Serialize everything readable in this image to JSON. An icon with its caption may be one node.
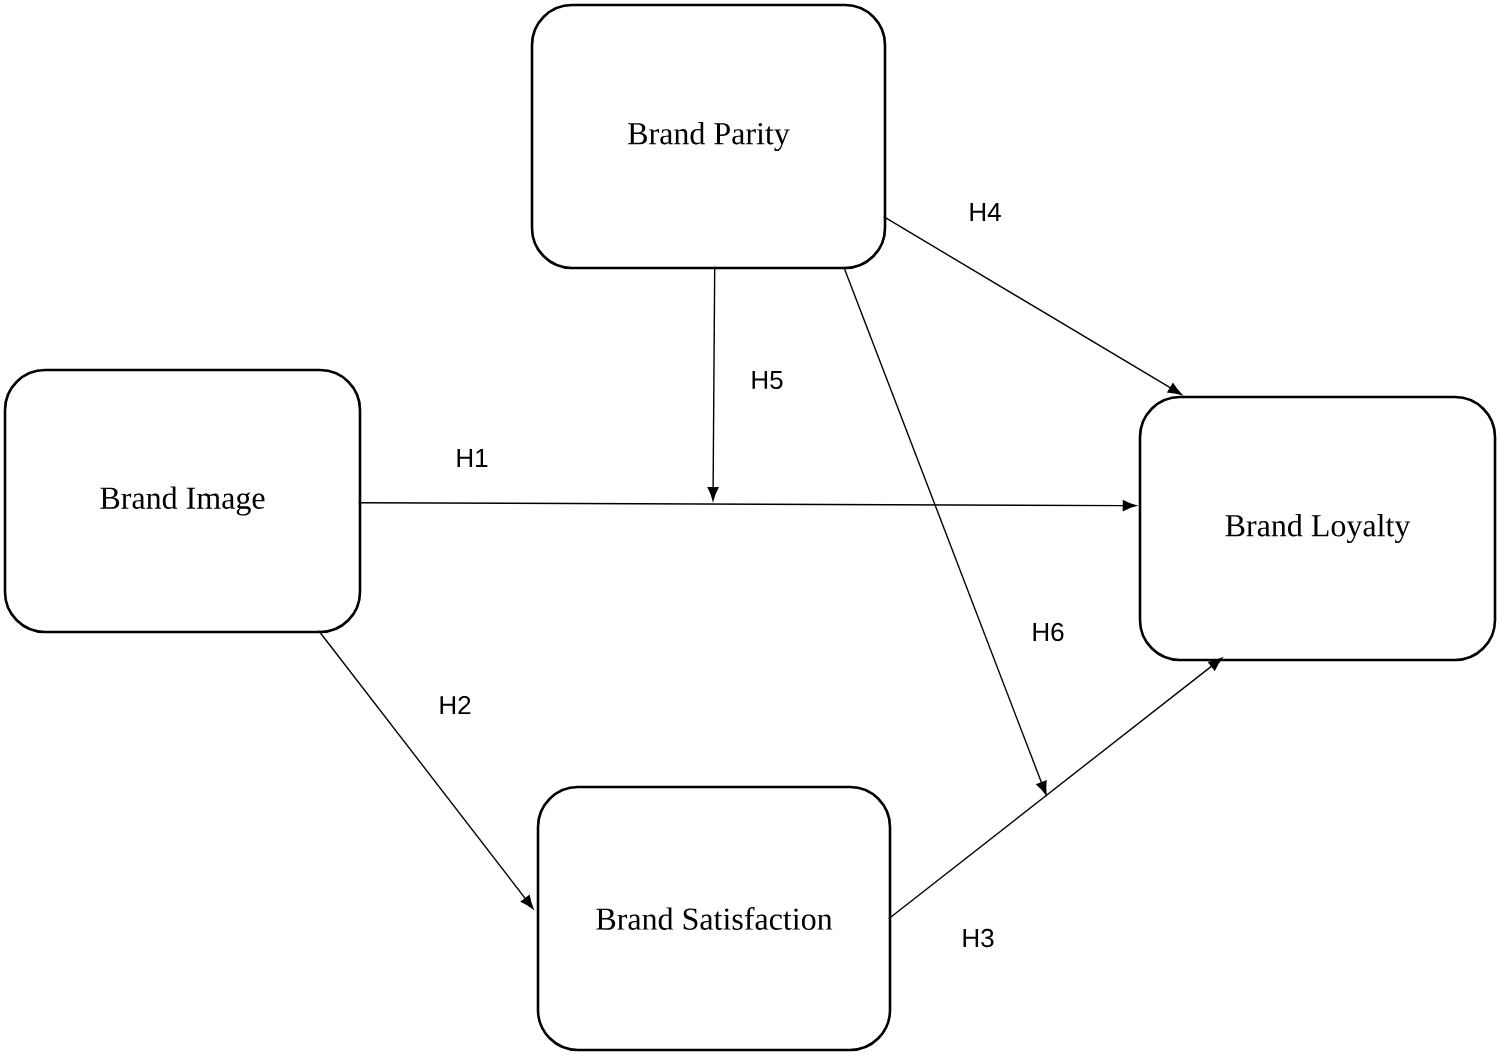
{
  "diagram": {
    "nodes": [
      {
        "text": [
          "Brand Parity"
        ]
      },
      {
        "text": [
          "Brand Image"
        ]
      },
      {
        "text": [
          "Brand Loyalty"
        ]
      },
      {
        "text": [
          "Brand Satisfaction"
        ]
      }
    ],
    "edges": [
      {
        "from": 0,
        "to": 2,
        "arrow": "to",
        "label": "H4"
      },
      {
        "from": 1,
        "to": 2,
        "arrow": "to",
        "label": "H1"
      },
      {
        "from": 0,
        "to": null,
        "arrow": "to",
        "label": "H5"
      },
      {
        "from": 1,
        "to": 3,
        "arrow": "to",
        "label": "H2"
      },
      {
        "from": 3,
        "to": 2,
        "arrow": "to",
        "label": "H3"
      },
      {
        "from": 0,
        "to": null,
        "arrow": "to",
        "label": "H6"
      }
    ]
  }
}
